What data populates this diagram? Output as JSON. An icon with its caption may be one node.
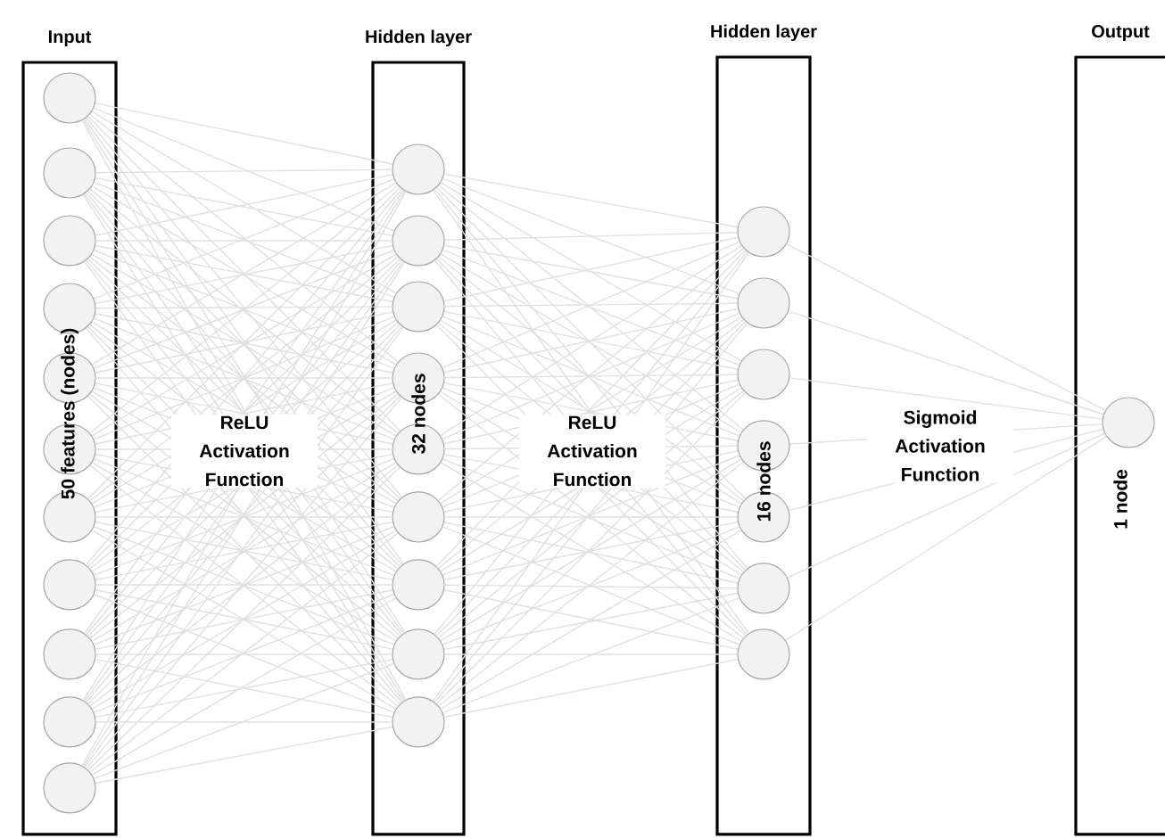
{
  "diagram": {
    "nodes": [
      {
        "text": [
          "Input",
          "50 features (nodes)"
        ]
      },
      {
        "text": [],
        "shape": "circle",
        "in": 0
      },
      {
        "text": [],
        "shape": "circle",
        "in": 0
      },
      {
        "text": [],
        "shape": "circle",
        "in": 0
      },
      {
        "text": [],
        "shape": "circle",
        "in": 0
      },
      {
        "text": [],
        "shape": "circle",
        "in": 0
      },
      {
        "text": [],
        "shape": "circle",
        "in": 0
      },
      {
        "text": [],
        "shape": "circle",
        "in": 0
      },
      {
        "text": [],
        "shape": "circle",
        "in": 0
      },
      {
        "text": [],
        "shape": "circle",
        "in": 0
      },
      {
        "text": [],
        "shape": "circle",
        "in": 0
      },
      {
        "text": [],
        "shape": "circle",
        "in": 0
      },
      {
        "text": [
          "Hidden layer",
          "32 nodes"
        ]
      },
      {
        "text": [],
        "shape": "circle",
        "in": 12
      },
      {
        "text": [],
        "shape": "circle",
        "in": 12
      },
      {
        "text": [],
        "shape": "circle",
        "in": 12
      },
      {
        "text": [],
        "shape": "circle",
        "in": 12
      },
      {
        "text": [],
        "shape": "circle",
        "in": 12
      },
      {
        "text": [],
        "shape": "circle",
        "in": 12
      },
      {
        "text": [],
        "shape": "circle",
        "in": 12
      },
      {
        "text": [],
        "shape": "circle",
        "in": 12
      },
      {
        "text": [],
        "shape": "circle",
        "in": 12
      },
      {
        "text": [
          "Hidden layer",
          "16 nodes"
        ]
      },
      {
        "text": [],
        "shape": "circle",
        "in": 22
      },
      {
        "text": [],
        "shape": "circle",
        "in": 22
      },
      {
        "text": [],
        "shape": "circle",
        "in": 22
      },
      {
        "text": [],
        "shape": "circle",
        "in": 22
      },
      {
        "text": [],
        "shape": "circle",
        "in": 22
      },
      {
        "text": [],
        "shape": "circle",
        "in": 22
      },
      {
        "text": [],
        "shape": "circle",
        "in": 22
      },
      {
        "text": [
          "Output",
          "1 node"
        ]
      },
      {
        "text": [],
        "shape": "circle",
        "in": 30
      }
    ],
    "edges": [
      {
        "from": 1,
        "to": 13,
        "arrow": "none"
      },
      {
        "from": 1,
        "to": 14,
        "arrow": "none"
      },
      {
        "from": 1,
        "to": 15,
        "arrow": "none"
      },
      {
        "from": 1,
        "to": 16,
        "arrow": "none"
      },
      {
        "from": 1,
        "to": 17,
        "arrow": "none"
      },
      {
        "from": 1,
        "to": 18,
        "arrow": "none"
      },
      {
        "from": 1,
        "to": 19,
        "arrow": "none"
      },
      {
        "from": 1,
        "to": 20,
        "arrow": "none"
      },
      {
        "from": 1,
        "to": 21,
        "arrow": "none"
      },
      {
        "from": 2,
        "to": 13,
        "arrow": "none"
      },
      {
        "from": 2,
        "to": 14,
        "arrow": "none"
      },
      {
        "from": 2,
        "to": 15,
        "arrow": "none"
      },
      {
        "from": 2,
        "to": 16,
        "arrow": "none"
      },
      {
        "from": 2,
        "to": 17,
        "arrow": "none"
      },
      {
        "from": 2,
        "to": 18,
        "arrow": "none"
      },
      {
        "from": 2,
        "to": 19,
        "arrow": "none"
      },
      {
        "from": 2,
        "to": 20,
        "arrow": "none"
      },
      {
        "from": 2,
        "to": 21,
        "arrow": "none"
      },
      {
        "from": 3,
        "to": 13,
        "arrow": "none"
      },
      {
        "from": 3,
        "to": 14,
        "arrow": "none"
      },
      {
        "from": 3,
        "to": 15,
        "arrow": "none"
      },
      {
        "from": 3,
        "to": 16,
        "arrow": "none"
      },
      {
        "from": 3,
        "to": 17,
        "arrow": "none"
      },
      {
        "from": 3,
        "to": 18,
        "arrow": "none"
      },
      {
        "from": 3,
        "to": 19,
        "arrow": "none"
      },
      {
        "from": 3,
        "to": 20,
        "arrow": "none"
      },
      {
        "from": 3,
        "to": 21,
        "arrow": "none"
      },
      {
        "from": 4,
        "to": 13,
        "arrow": "none"
      },
      {
        "from": 4,
        "to": 14,
        "arrow": "none"
      },
      {
        "from": 4,
        "to": 15,
        "arrow": "none"
      },
      {
        "from": 4,
        "to": 16,
        "arrow": "none"
      },
      {
        "from": 4,
        "to": 17,
        "arrow": "none"
      },
      {
        "from": 4,
        "to": 18,
        "arrow": "none"
      },
      {
        "from": 4,
        "to": 19,
        "arrow": "none"
      },
      {
        "from": 4,
        "to": 20,
        "arrow": "none"
      },
      {
        "from": 4,
        "to": 21,
        "arrow": "none"
      },
      {
        "from": 5,
        "to": 13,
        "arrow": "none"
      },
      {
        "from": 5,
        "to": 14,
        "arrow": "none"
      },
      {
        "from": 5,
        "to": 15,
        "arrow": "none"
      },
      {
        "from": 5,
        "to": 16,
        "arrow": "none"
      },
      {
        "from": 5,
        "to": 17,
        "arrow": "none"
      },
      {
        "from": 5,
        "to": 18,
        "arrow": "none"
      },
      {
        "from": 5,
        "to": 19,
        "arrow": "none"
      },
      {
        "from": 5,
        "to": 20,
        "arrow": "none"
      },
      {
        "from": 5,
        "to": 21,
        "arrow": "none"
      },
      {
        "from": 6,
        "to": 13,
        "arrow": "none"
      },
      {
        "from": 6,
        "to": 14,
        "arrow": "none"
      },
      {
        "from": 6,
        "to": 15,
        "arrow": "none"
      },
      {
        "from": 6,
        "to": 16,
        "arrow": "none"
      },
      {
        "from": 6,
        "to": 17,
        "arrow": "none"
      },
      {
        "from": 6,
        "to": 18,
        "arrow": "none"
      },
      {
        "from": 6,
        "to": 19,
        "arrow": "none"
      },
      {
        "from": 6,
        "to": 20,
        "arrow": "none"
      },
      {
        "from": 6,
        "to": 21,
        "arrow": "none"
      },
      {
        "from": 7,
        "to": 13,
        "arrow": "none"
      },
      {
        "from": 7,
        "to": 14,
        "arrow": "none"
      },
      {
        "from": 7,
        "to": 15,
        "arrow": "none"
      },
      {
        "from": 7,
        "to": 16,
        "arrow": "none"
      },
      {
        "from": 7,
        "to": 17,
        "arrow": "none"
      },
      {
        "from": 7,
        "to": 18,
        "arrow": "none"
      },
      {
        "from": 7,
        "to": 19,
        "arrow": "none"
      },
      {
        "from": 7,
        "to": 20,
        "arrow": "none"
      },
      {
        "from": 7,
        "to": 21,
        "arrow": "none"
      },
      {
        "from": 8,
        "to": 13,
        "arrow": "none"
      },
      {
        "from": 8,
        "to": 14,
        "arrow": "none"
      },
      {
        "from": 8,
        "to": 15,
        "arrow": "none"
      },
      {
        "from": 8,
        "to": 16,
        "arrow": "none"
      },
      {
        "from": 8,
        "to": 17,
        "arrow": "none"
      },
      {
        "from": 8,
        "to": 18,
        "arrow": "none"
      },
      {
        "from": 8,
        "to": 19,
        "arrow": "none"
      },
      {
        "from": 8,
        "to": 20,
        "arrow": "none"
      },
      {
        "from": 8,
        "to": 21,
        "arrow": "none"
      },
      {
        "from": 9,
        "to": 13,
        "arrow": "none"
      },
      {
        "from": 9,
        "to": 14,
        "arrow": "none"
      },
      {
        "from": 9,
        "to": 15,
        "arrow": "none"
      },
      {
        "from": 9,
        "to": 16,
        "arrow": "none"
      },
      {
        "from": 9,
        "to": 17,
        "arrow": "none"
      },
      {
        "from": 9,
        "to": 18,
        "arrow": "none"
      },
      {
        "from": 9,
        "to": 19,
        "arrow": "none"
      },
      {
        "from": 9,
        "to": 20,
        "arrow": "none"
      },
      {
        "from": 9,
        "to": 21,
        "arrow": "none"
      },
      {
        "from": 10,
        "to": 13,
        "arrow": "none"
      },
      {
        "from": 10,
        "to": 14,
        "arrow": "none"
      },
      {
        "from": 10,
        "to": 15,
        "arrow": "none"
      },
      {
        "from": 10,
        "to": 16,
        "arrow": "none"
      },
      {
        "from": 10,
        "to": 17,
        "arrow": "none"
      },
      {
        "from": 10,
        "to": 18,
        "arrow": "none"
      },
      {
        "from": 10,
        "to": 19,
        "arrow": "none"
      },
      {
        "from": 10,
        "to": 20,
        "arrow": "none"
      },
      {
        "from": 10,
        "to": 21,
        "arrow": "none"
      },
      {
        "from": 11,
        "to": 13,
        "arrow": "none"
      },
      {
        "from": 11,
        "to": 14,
        "arrow": "none"
      },
      {
        "from": 11,
        "to": 15,
        "arrow": "none"
      },
      {
        "from": 11,
        "to": 16,
        "arrow": "none"
      },
      {
        "from": 11,
        "to": 17,
        "arrow": "none"
      },
      {
        "from": 11,
        "to": 18,
        "arrow": "none"
      },
      {
        "from": 11,
        "to": 19,
        "arrow": "none"
      },
      {
        "from": 11,
        "to": 20,
        "arrow": "none"
      },
      {
        "from": 11,
        "to": 21,
        "arrow": "none"
      },
      {
        "from": 13,
        "to": 23,
        "arrow": "none"
      },
      {
        "from": 13,
        "to": 24,
        "arrow": "none"
      },
      {
        "from": 13,
        "to": 25,
        "arrow": "none"
      },
      {
        "from": 13,
        "to": 26,
        "arrow": "none"
      },
      {
        "from": 13,
        "to": 27,
        "arrow": "none"
      },
      {
        "from": 13,
        "to": 28,
        "arrow": "none"
      },
      {
        "from": 13,
        "to": 29,
        "arrow": "none"
      },
      {
        "from": 14,
        "to": 23,
        "arrow": "none"
      },
      {
        "from": 14,
        "to": 24,
        "arrow": "none"
      },
      {
        "from": 14,
        "to": 25,
        "arrow": "none"
      },
      {
        "from": 14,
        "to": 26,
        "arrow": "none"
      },
      {
        "from": 14,
        "to": 27,
        "arrow": "none"
      },
      {
        "from": 14,
        "to": 28,
        "arrow": "none"
      },
      {
        "from": 14,
        "to": 29,
        "arrow": "none"
      },
      {
        "from": 15,
        "to": 23,
        "arrow": "none"
      },
      {
        "from": 15,
        "to": 24,
        "arrow": "none"
      },
      {
        "from": 15,
        "to": 25,
        "arrow": "none"
      },
      {
        "from": 15,
        "to": 26,
        "arrow": "none"
      },
      {
        "from": 15,
        "to": 27,
        "arrow": "none"
      },
      {
        "from": 15,
        "to": 28,
        "arrow": "none"
      },
      {
        "from": 15,
        "to": 29,
        "arrow": "none"
      },
      {
        "from": 16,
        "to": 23,
        "arrow": "none"
      },
      {
        "from": 16,
        "to": 24,
        "arrow": "none"
      },
      {
        "from": 16,
        "to": 25,
        "arrow": "none"
      },
      {
        "from": 16,
        "to": 26,
        "arrow": "none"
      },
      {
        "from": 16,
        "to": 27,
        "arrow": "none"
      },
      {
        "from": 16,
        "to": 28,
        "arrow": "none"
      },
      {
        "from": 16,
        "to": 29,
        "arrow": "none"
      },
      {
        "from": 17,
        "to": 23,
        "arrow": "none"
      },
      {
        "from": 17,
        "to": 24,
        "arrow": "none"
      },
      {
        "from": 17,
        "to": 25,
        "arrow": "none"
      },
      {
        "from": 17,
        "to": 26,
        "arrow": "none"
      },
      {
        "from": 17,
        "to": 27,
        "arrow": "none"
      },
      {
        "from": 17,
        "to": 28,
        "arrow": "none"
      },
      {
        "from": 17,
        "to": 29,
        "arrow": "none"
      },
      {
        "from": 18,
        "to": 23,
        "arrow": "none"
      },
      {
        "from": 18,
        "to": 24,
        "arrow": "none"
      },
      {
        "from": 18,
        "to": 25,
        "arrow": "none"
      },
      {
        "from": 18,
        "to": 26,
        "arrow": "none"
      },
      {
        "from": 18,
        "to": 27,
        "arrow": "none"
      },
      {
        "from": 18,
        "to": 28,
        "arrow": "none"
      },
      {
        "from": 18,
        "to": 29,
        "arrow": "none"
      },
      {
        "from": 19,
        "to": 23,
        "arrow": "none"
      },
      {
        "from": 19,
        "to": 24,
        "arrow": "none"
      },
      {
        "from": 19,
        "to": 25,
        "arrow": "none"
      },
      {
        "from": 19,
        "to": 26,
        "arrow": "none"
      },
      {
        "from": 19,
        "to": 27,
        "arrow": "none"
      },
      {
        "from": 19,
        "to": 28,
        "arrow": "none"
      },
      {
        "from": 19,
        "to": 29,
        "arrow": "none"
      },
      {
        "from": 20,
        "to": 23,
        "arrow": "none"
      },
      {
        "from": 20,
        "to": 24,
        "arrow": "none"
      },
      {
        "from": 20,
        "to": 25,
        "arrow": "none"
      },
      {
        "from": 20,
        "to": 26,
        "arrow": "none"
      },
      {
        "from": 20,
        "to": 27,
        "arrow": "none"
      },
      {
        "from": 20,
        "to": 28,
        "arrow": "none"
      },
      {
        "from": 20,
        "to": 29,
        "arrow": "none"
      },
      {
        "from": 21,
        "to": 23,
        "arrow": "none"
      },
      {
        "from": 21,
        "to": 24,
        "arrow": "none"
      },
      {
        "from": 21,
        "to": 25,
        "arrow": "none"
      },
      {
        "from": 21,
        "to": 26,
        "arrow": "none"
      },
      {
        "from": 21,
        "to": 27,
        "arrow": "none"
      },
      {
        "from": 21,
        "to": 28,
        "arrow": "none"
      },
      {
        "from": 21,
        "to": 29,
        "arrow": "none"
      },
      {
        "from": 23,
        "to": 31,
        "arrow": "none"
      },
      {
        "from": 24,
        "to": 31,
        "arrow": "none"
      },
      {
        "from": 25,
        "to": 31,
        "arrow": "none"
      },
      {
        "from": 26,
        "to": 31,
        "arrow": "none"
      },
      {
        "from": 27,
        "to": 31,
        "arrow": "none"
      },
      {
        "from": 28,
        "to": 31,
        "arrow": "none"
      },
      {
        "from": 29,
        "to": 31,
        "arrow": "none"
      }
    ],
    "labels": [
      "ReLU Activation Function",
      "ReLU Activation Function",
      "Sigmoid Activation Function"
    ]
  }
}
